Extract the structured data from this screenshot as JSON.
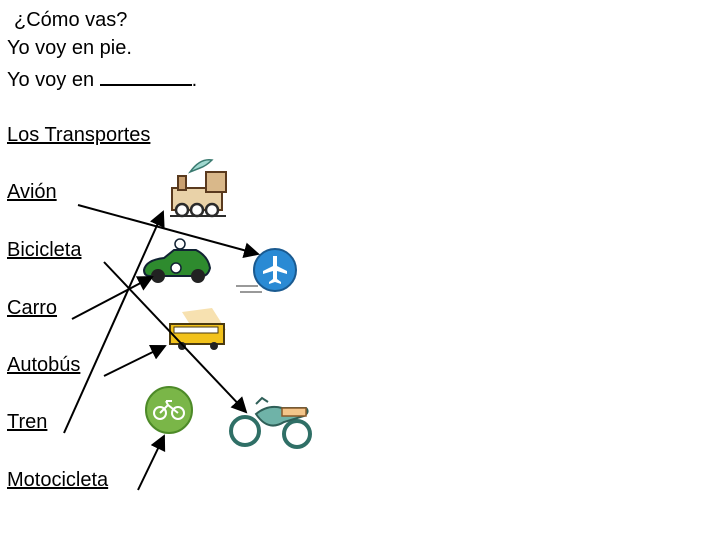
{
  "header": {
    "question": "¿Cómo vas?",
    "line1": "Yo voy en pie.",
    "line2_prefix": "Yo voy en",
    "line2_suffix": "."
  },
  "section_title": "Los Transportes",
  "words": [
    "Avión",
    "Bicicleta",
    "Carro",
    "Autobús",
    "Tren",
    "Motocicleta"
  ],
  "pictures": [
    "train",
    "race-car",
    "airplane",
    "school-bus",
    "bicycle",
    "motorcycle"
  ],
  "colors": {
    "ink": "#000000",
    "plane_blue": "#2a8ad4",
    "car_green": "#2e8b2e",
    "bus_yellow": "#f2c21b",
    "bike_green": "#7ab648",
    "moto_teal": "#6fb3a8"
  }
}
